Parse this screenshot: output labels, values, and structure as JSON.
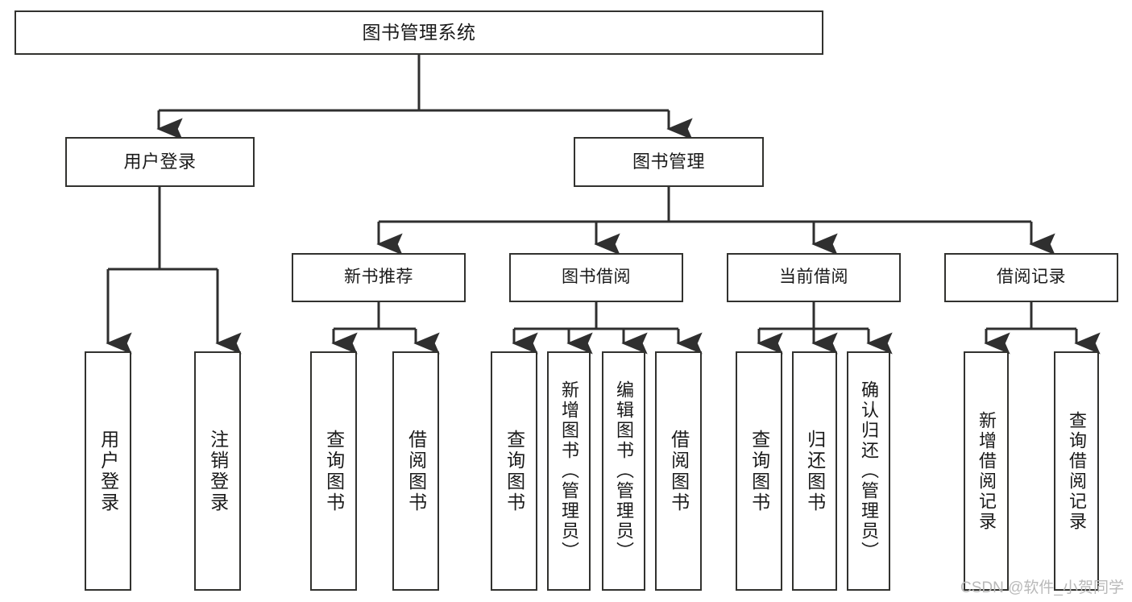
{
  "diagram": {
    "title": "图书管理系统",
    "type": "hierarchy-tree",
    "watermark": "CSDN @软件_小贺同学",
    "colors": {
      "box_border": "#32322f",
      "box_fill": "#ffffff",
      "connector": "#2f2f2f",
      "text": "#1a1a1a",
      "watermark": "#b9b9b9",
      "background": "#ffffff"
    },
    "nodes": {
      "root": {
        "label": "图书管理系统"
      },
      "level1": [
        {
          "label": "用户登录"
        },
        {
          "label": "图书管理"
        }
      ],
      "level2": [
        {
          "label": "新书推荐"
        },
        {
          "label": "图书借阅"
        },
        {
          "label": "当前借阅"
        },
        {
          "label": "借阅记录"
        }
      ],
      "leaves": {
        "user_login": [
          {
            "label": "用户登录"
          },
          {
            "label": "注销登录"
          }
        ],
        "new_book_recommend": [
          {
            "label": "查询图书"
          },
          {
            "label": "借阅图书"
          }
        ],
        "book_borrow": [
          {
            "label": "查询图书"
          },
          {
            "label": "新增图书（管理员）"
          },
          {
            "label": "编辑图书（管理员）"
          },
          {
            "label": "借阅图书"
          }
        ],
        "current_borrow": [
          {
            "label": "查询图书"
          },
          {
            "label": "归还图书"
          },
          {
            "label": "确认归还（管理员）"
          }
        ],
        "borrow_record": [
          {
            "label": "新增借阅记录"
          },
          {
            "label": "查询借阅记录"
          }
        ]
      }
    }
  }
}
